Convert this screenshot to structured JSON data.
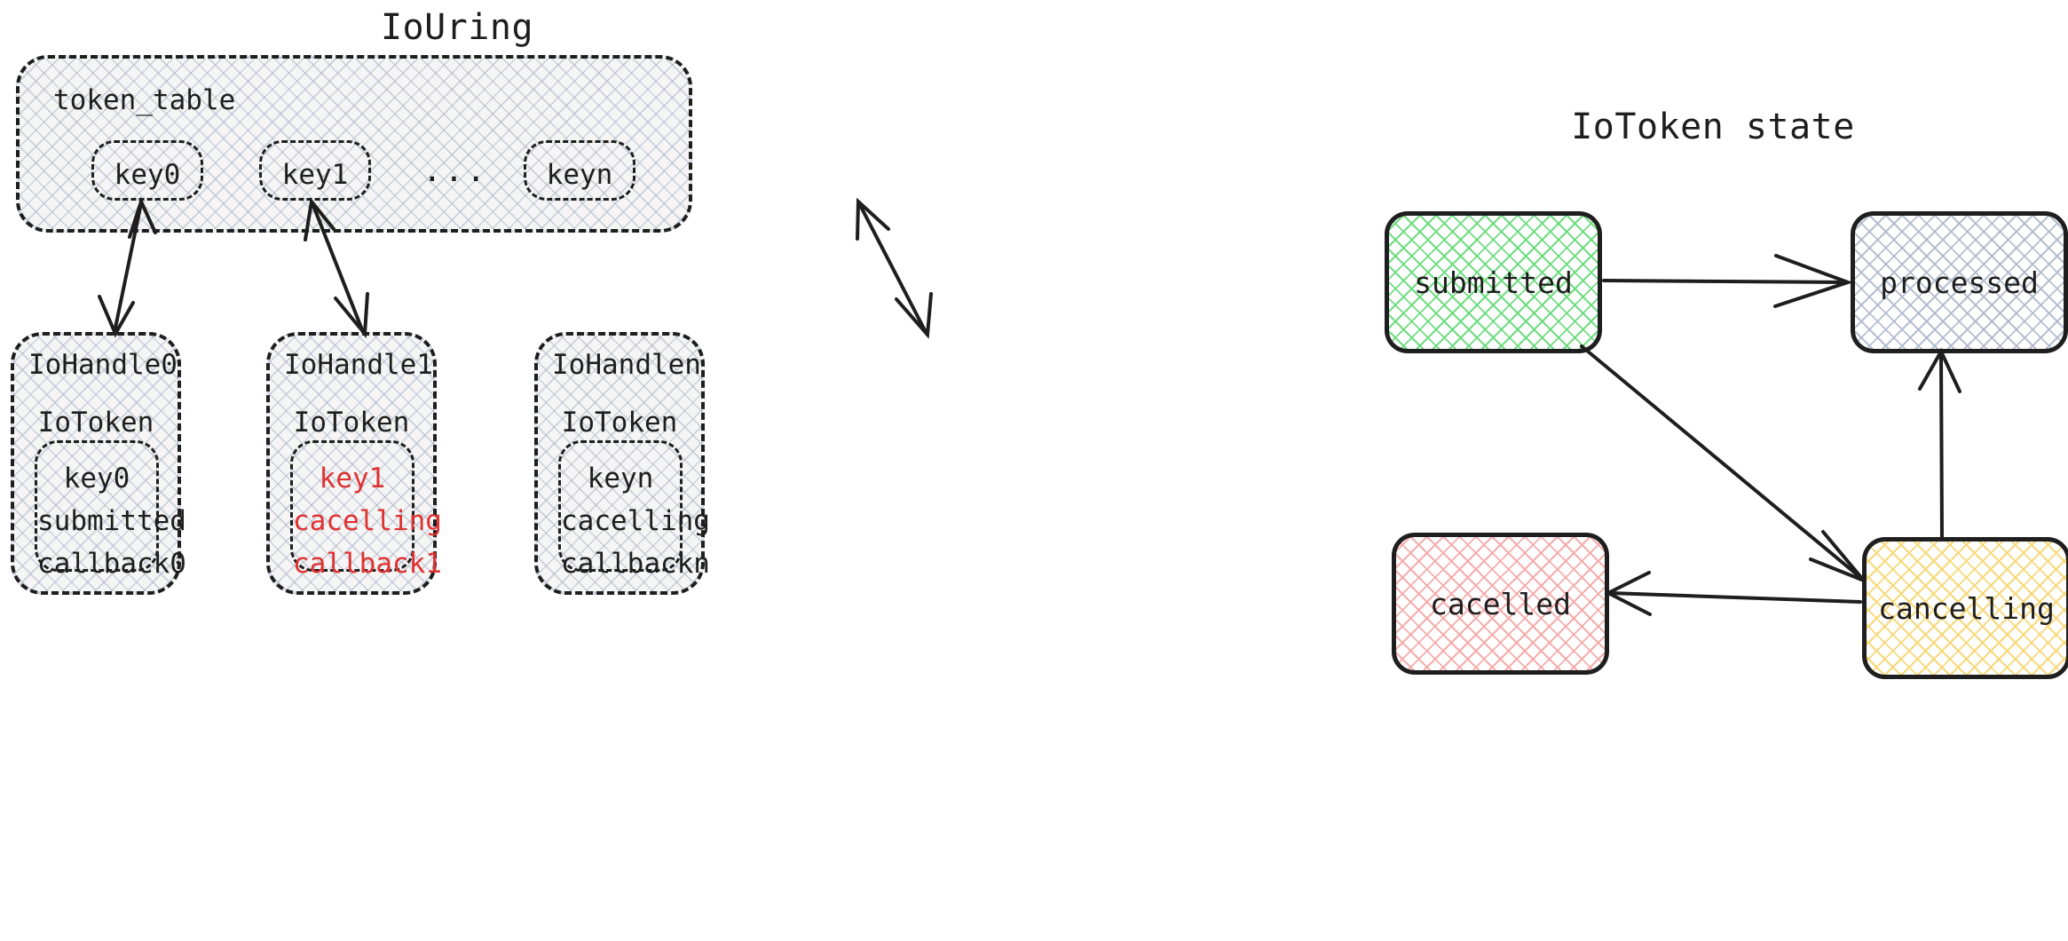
{
  "diagram": {
    "left": {
      "title": "IoUring",
      "container": {
        "label": "token_table",
        "keys": [
          {
            "label": "key0"
          },
          {
            "label": "key1"
          },
          {
            "label": "keyn"
          }
        ],
        "ellipsis": "..."
      },
      "handles": [
        {
          "name": "IoHandle0",
          "token_label": "IoToken",
          "token": {
            "key": "key0",
            "state": "submitted",
            "callback": "callback0"
          },
          "highlight": false,
          "color": "#1e1e1e"
        },
        {
          "name": "IoHandle1",
          "token_label": "IoToken",
          "token": {
            "key": "key1",
            "state": "cacelling",
            "callback": "callback1"
          },
          "highlight": true,
          "color": "#e03131"
        },
        {
          "name": "IoHandlen",
          "token_label": "IoToken",
          "token": {
            "key": "keyn",
            "state": "cacelling",
            "callback": "callbackn"
          },
          "highlight": false,
          "color": "#1e1e1e"
        }
      ],
      "links": [
        {
          "from": "key0",
          "to": "IoHandle0",
          "kind": "double-arrow"
        },
        {
          "from": "key1",
          "to": "IoHandle1",
          "kind": "double-arrow"
        },
        {
          "from": "keyn",
          "to": "IoHandlen",
          "kind": "double-arrow"
        }
      ]
    },
    "right": {
      "title": "IoToken state",
      "states": [
        {
          "id": "submitted",
          "label": "submitted",
          "fill": "#69db7c"
        },
        {
          "id": "processed",
          "label": "processed",
          "fill": "#afb8cc"
        },
        {
          "id": "cacelled",
          "label": "cacelled",
          "fill": "#f5a9a9"
        },
        {
          "id": "cancelling",
          "label": "cancelling",
          "fill": "#f7d878"
        }
      ],
      "transitions": [
        {
          "from": "submitted",
          "to": "processed"
        },
        {
          "from": "submitted",
          "to": "cancelling"
        },
        {
          "from": "cancelling",
          "to": "processed"
        },
        {
          "from": "cancelling",
          "to": "cacelled"
        }
      ]
    }
  }
}
